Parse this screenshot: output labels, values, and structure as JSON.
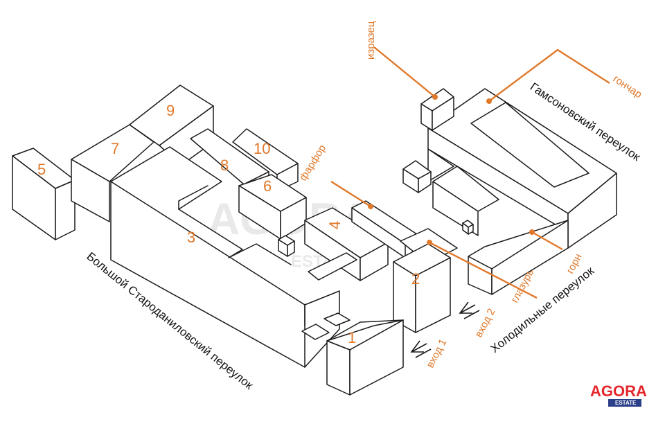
{
  "buildings": {
    "b1": "1",
    "b2": "2",
    "b3": "3",
    "b4": "4",
    "b5": "5",
    "b6": "6",
    "b7": "7",
    "b8": "8",
    "b9": "9",
    "b10": "10"
  },
  "labels": {
    "izrazets": "изразец",
    "gonchar": "гончар",
    "farfor": "фарфор",
    "glazur": "глазурь",
    "gorn": "горн"
  },
  "streets": {
    "gamsonovsky": "Гамсоновский переулок",
    "bolshoy": "Большой Староданиловский переулок",
    "kholodilnye": "Холодильные переулок"
  },
  "entrances": {
    "entrance1": "вход 1",
    "entrance2": "вход 2"
  },
  "watermark": {
    "main": "AGORA",
    "sub": "ESTATE"
  },
  "logo": {
    "main": "AGORA",
    "sub": "ESTATE"
  },
  "colors": {
    "accent": "#e0782a",
    "logo": "#e3262b",
    "outline": "#1a1a1a"
  }
}
